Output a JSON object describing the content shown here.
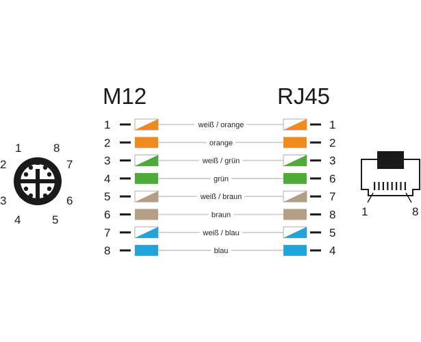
{
  "headers": {
    "left": "M12",
    "right": "RJ45"
  },
  "colors": {
    "orange": "#EF8A1E",
    "green": "#4FAA3A",
    "brown": "#B49F85",
    "blue": "#23A3DA",
    "line": "#C9C9C9",
    "dark": "#1a1a1a"
  },
  "wires": [
    {
      "m12": "1",
      "label": "weiß / orange",
      "rj45": "1",
      "color": "orange",
      "striped": true
    },
    {
      "m12": "2",
      "label": "orange",
      "rj45": "2",
      "color": "orange",
      "striped": false
    },
    {
      "m12": "3",
      "label": "weiß / grün",
      "rj45": "3",
      "color": "green",
      "striped": true
    },
    {
      "m12": "4",
      "label": "grün",
      "rj45": "6",
      "color": "green",
      "striped": false
    },
    {
      "m12": "5",
      "label": "weiß / braun",
      "rj45": "7",
      "color": "brown",
      "striped": true
    },
    {
      "m12": "6",
      "label": "braun",
      "rj45": "8",
      "color": "brown",
      "striped": false
    },
    {
      "m12": "7",
      "label": "weiß / blau",
      "rj45": "5",
      "color": "blue",
      "striped": true
    },
    {
      "m12": "8",
      "label": "blau",
      "rj45": "4",
      "color": "blue",
      "striped": false
    }
  ],
  "m12_connector": {
    "pin_labels": [
      "1",
      "8",
      "2",
      "7",
      "3",
      "6",
      "4",
      "5"
    ]
  },
  "rj45_connector": {
    "pin_labels": [
      "1",
      "8"
    ]
  }
}
